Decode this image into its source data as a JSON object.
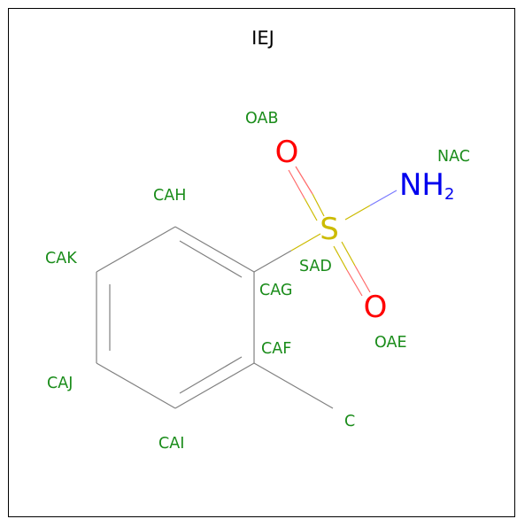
{
  "title": "IEJ",
  "colors": {
    "carbon_label": "#1a8c1a",
    "bond_grey": "#808080",
    "oxygen": "#ff0000",
    "sulfur": "#ccbb00",
    "nitrogen": "#0000ee",
    "title": "#000000",
    "frame": "#000000"
  },
  "atom_symbols": {
    "oxygen_top": "O",
    "oxygen_bottom": "O",
    "sulfur": "S",
    "nitrogen": "NH",
    "nitrogen_subscript": "2"
  },
  "atom_labels": {
    "oab": "OAB",
    "nac": "NAC",
    "cah": "CAH",
    "cak": "CAK",
    "sad": "SAD",
    "cag": "CAG",
    "oae": "OAE",
    "caf": "CAF",
    "caj": "CAJ",
    "c": "C",
    "cai": "CAI"
  }
}
